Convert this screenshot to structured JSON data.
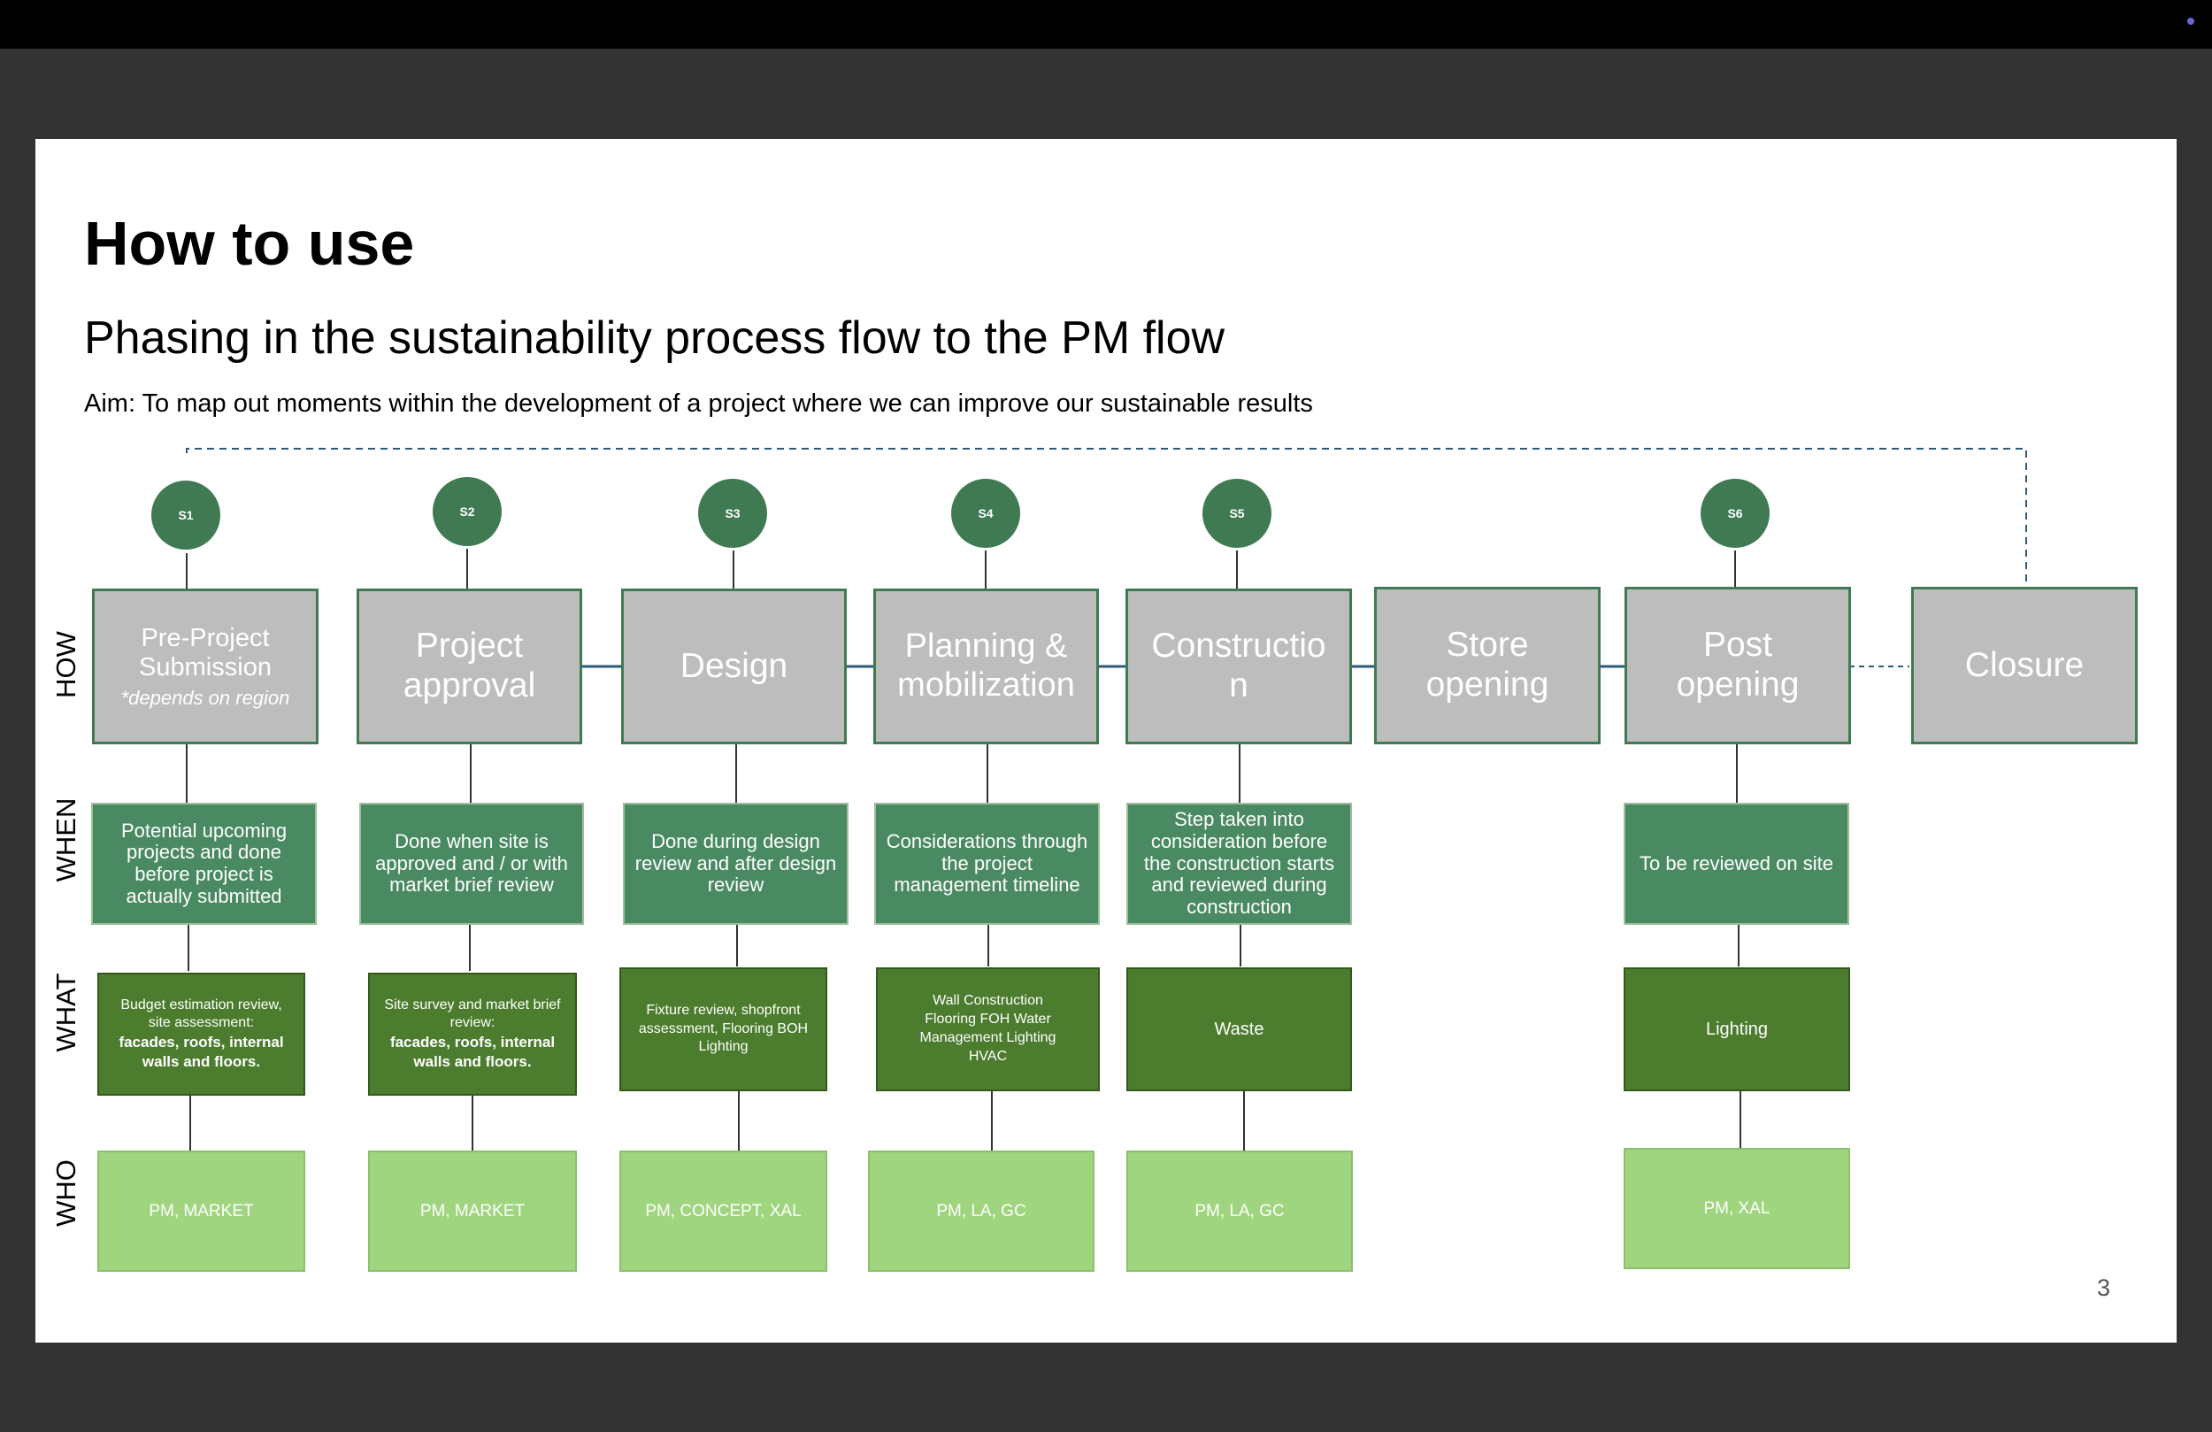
{
  "slide": {
    "title": "How to use",
    "subtitle": "Phasing in the sustainability process flow to the PM flow",
    "aim": "Aim: To map out moments within the development of a project where we can improve our sustainable results",
    "page_number": "3"
  },
  "row_labels": {
    "how": "HOW",
    "when": "WHEN",
    "what": "WHAT",
    "who": "WHO"
  },
  "steps": [
    "S1",
    "S2",
    "S3",
    "S4",
    "S5",
    "S6"
  ],
  "phases": [
    {
      "label": "Pre-Project Submission",
      "note": "*depends on region"
    },
    {
      "label": "Project approval"
    },
    {
      "label": "Design"
    },
    {
      "label": "Planning & mobilization"
    },
    {
      "label": "Constructio n"
    },
    {
      "label": "Store opening"
    },
    {
      "label": "Post opening"
    },
    {
      "label": "Closure"
    }
  ],
  "when": [
    "Potential upcoming projects and done before project is actually submitted",
    "Done when site is approved and / or with market brief review",
    "Done during design review and after design review",
    "Considerations through the project management timeline",
    "Step taken into consideration before the construction starts and reviewed during construction",
    "To be reviewed on site"
  ],
  "what": [
    {
      "text": "Budget estimation review, site assessment:",
      "strong": "facades, roofs, internal walls and floors."
    },
    {
      "text": "Site survey and market brief review:",
      "strong": "facades, roofs, internal walls and floors."
    },
    {
      "text": "Fixture review, shopfront assessment, Flooring BOH Lighting"
    },
    {
      "text": "Wall Construction Flooring FOH Water Management Lighting HVAC"
    },
    {
      "text": "Waste"
    },
    {
      "text": "Lighting"
    }
  ],
  "who": [
    "PM, MARKET",
    "PM, MARKET",
    "PM, CONCEPT, XAL",
    "PM, LA, GC",
    "PM, LA, GC",
    "PM, XAL"
  ],
  "colors": {
    "step_circle": "#3f7a53",
    "how_box": "#bdbdbd",
    "when_box": "#4a8a62",
    "what_box": "#4c7c2d",
    "who_box": "#a0d580",
    "flow_line": "#2d5a7a"
  }
}
